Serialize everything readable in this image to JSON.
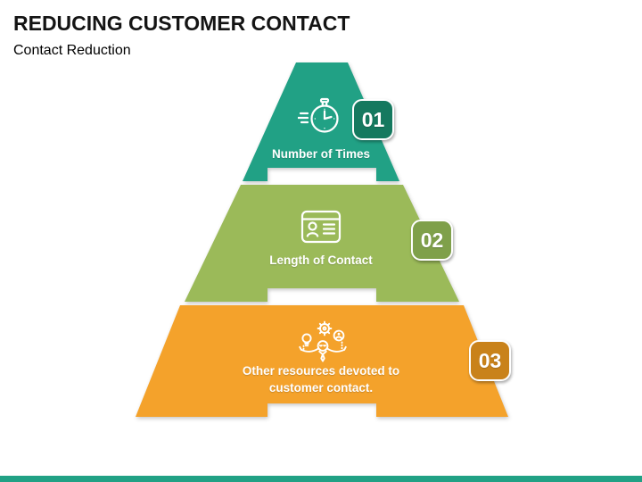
{
  "slide": {
    "title": "REDUCING CUSTOMER CONTACT",
    "subtitle": "Contact Reduction"
  },
  "pyramid": {
    "tiers": [
      {
        "number": "01",
        "label_lines": [
          "Number of Times"
        ],
        "icon": "stopwatch-icon",
        "fill": "#21A185",
        "badge_fill": "#15795F"
      },
      {
        "number": "02",
        "label_lines": [
          "Length of Contact"
        ],
        "icon": "contact-card-icon",
        "fill": "#9BBA59",
        "badge_fill": "#7FA04A"
      },
      {
        "number": "03",
        "label_lines": [
          "Other resources devoted to",
          "customer contact."
        ],
        "icon": "multitasking-icon",
        "fill": "#F4A22B",
        "badge_fill": "#C9821A"
      }
    ]
  },
  "footer": {
    "bar_color": "#21A185"
  }
}
